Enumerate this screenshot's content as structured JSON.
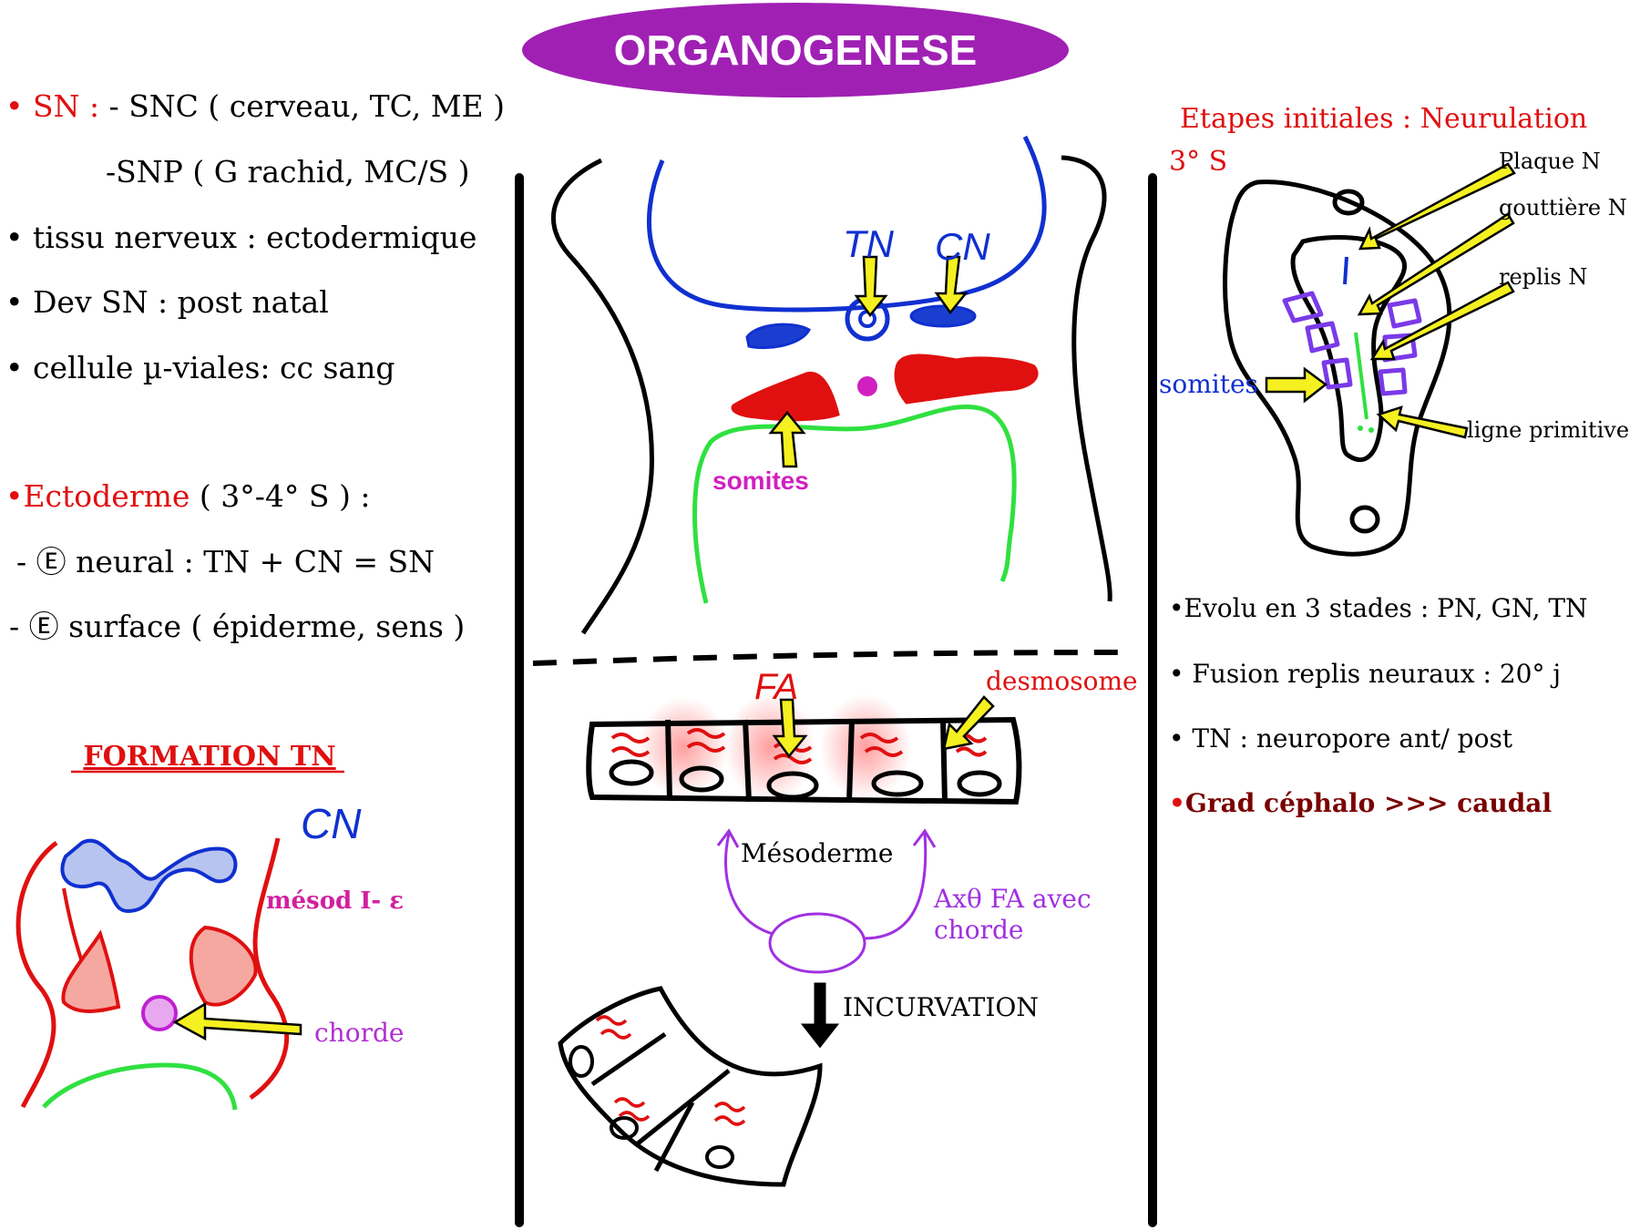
{
  "title": "ORGANOGENESE",
  "left": {
    "sn_label": "SN :",
    "sn_line1": " - SNC ( cerveau, TC, ME )",
    "sn_line2": "-SNP ( G rachid, MC/S )",
    "tissu": "tissu nerveux :    ectodermique",
    "dev": "Dev SN : post natal",
    "cellule": "cellule µ-viales: cc sang",
    "ecto_label": "Ectoderme",
    "ecto_rest": " ( 3°-4° S ) :",
    "neural": "- Ⓔ neural : TN + CN = SN",
    "surface": "-  Ⓔ surface ( épiderme, sens )",
    "formation": "FORMATION TN",
    "cn": "CN",
    "mesod": "mésod I- ε",
    "chorde": "chorde"
  },
  "center": {
    "tn": "TN",
    "cn": "CN",
    "somites": "somites",
    "fa": "FA",
    "desmosome": "desmosome",
    "mesoderme": "Mésoderme",
    "axo_line1": "Axθ FA avec",
    "axo_line2": "chorde",
    "incurvation": "INCURVATION"
  },
  "right": {
    "etapes": "Etapes initiales : Neurulation",
    "s3": "3° S",
    "plaque": "Plaque N",
    "gouttiere": "gouttière N",
    "replis": "replis N",
    "somites": "somites",
    "ligne": "ligne primitive",
    "b1": "Evolu en 3 stades : PN, GN, TN",
    "b2": "Fusion replis neuraux : 20° j",
    "b3": "TN : neuropore ant/ post",
    "b4": "Grad céphalo >>> caudal"
  },
  "colors": {
    "title_bg": "#a020b4",
    "red": "#e01010",
    "blue": "#1030d0",
    "green": "#30e040",
    "magenta": "#d020c0",
    "purple": "#a030e0",
    "yellow": "#f5f020",
    "darkred": "#7a0000"
  }
}
